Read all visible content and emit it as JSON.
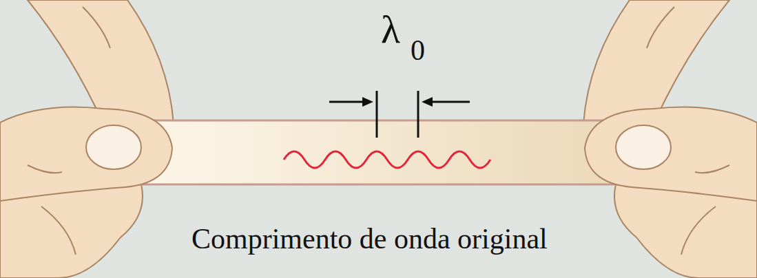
{
  "diagram": {
    "labels": [
      "λ",
      "0",
      "Comprimento de onda original"
    ]
  }
}
